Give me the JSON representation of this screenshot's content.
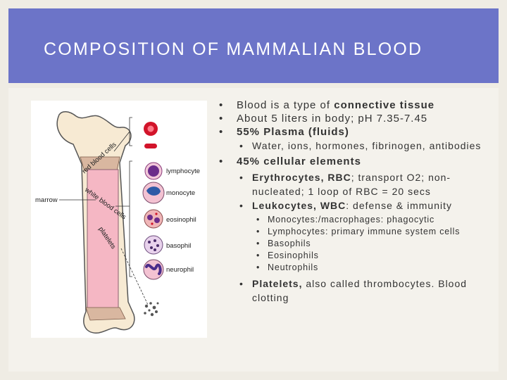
{
  "slide": {
    "title": "COMPOSITION OF MAMMALIAN BLOOD"
  },
  "figure": {
    "labels": {
      "red_blood_cells": "red blood cells",
      "white_blood_cells": "white blood cells",
      "platelets": "platelets",
      "marrow": "marrow",
      "lymphocyte": "lymphocyte",
      "monocyte": "monocyte",
      "eosinophil": "eosinophil",
      "basophil": "basophil",
      "neutrophil": "neurophil"
    },
    "colors": {
      "bone": "#f7ead3",
      "marrow": "#f5b7c4",
      "rbc": "#d2142a",
      "wbc_purple": "#6b2c8a",
      "monocyte": "#2e5aa6"
    }
  },
  "bullets": {
    "b1_pre": "Blood is a type of ",
    "b1_em": "connective tissue",
    "b2": "About 5 liters in body; pH 7.35-7.45",
    "b3": "55% Plasma (fluids)",
    "b3_sub": "Water, ions, hormones, fibrinogen, antibodies",
    "b4": "45% cellular elements",
    "b4_sub1_em": "Erythrocytes, RBC",
    "b4_sub1_rest": "; transport O2; non-nucleated; 1 loop of RBC = 20 secs",
    "b4_sub2_em": "Leukocytes, WBC",
    "b4_sub2_rest": ": defense & immunity",
    "wbc_types": [
      "Monocytes:/macrophages: phagocytic",
      "Lymphocytes: primary immune system cells",
      "Basophils",
      "Eosinophils",
      "Neutrophils"
    ],
    "b4_sub3_em": "Platelets,",
    "b4_sub3_rest": " also called thrombocytes. Blood clotting"
  }
}
